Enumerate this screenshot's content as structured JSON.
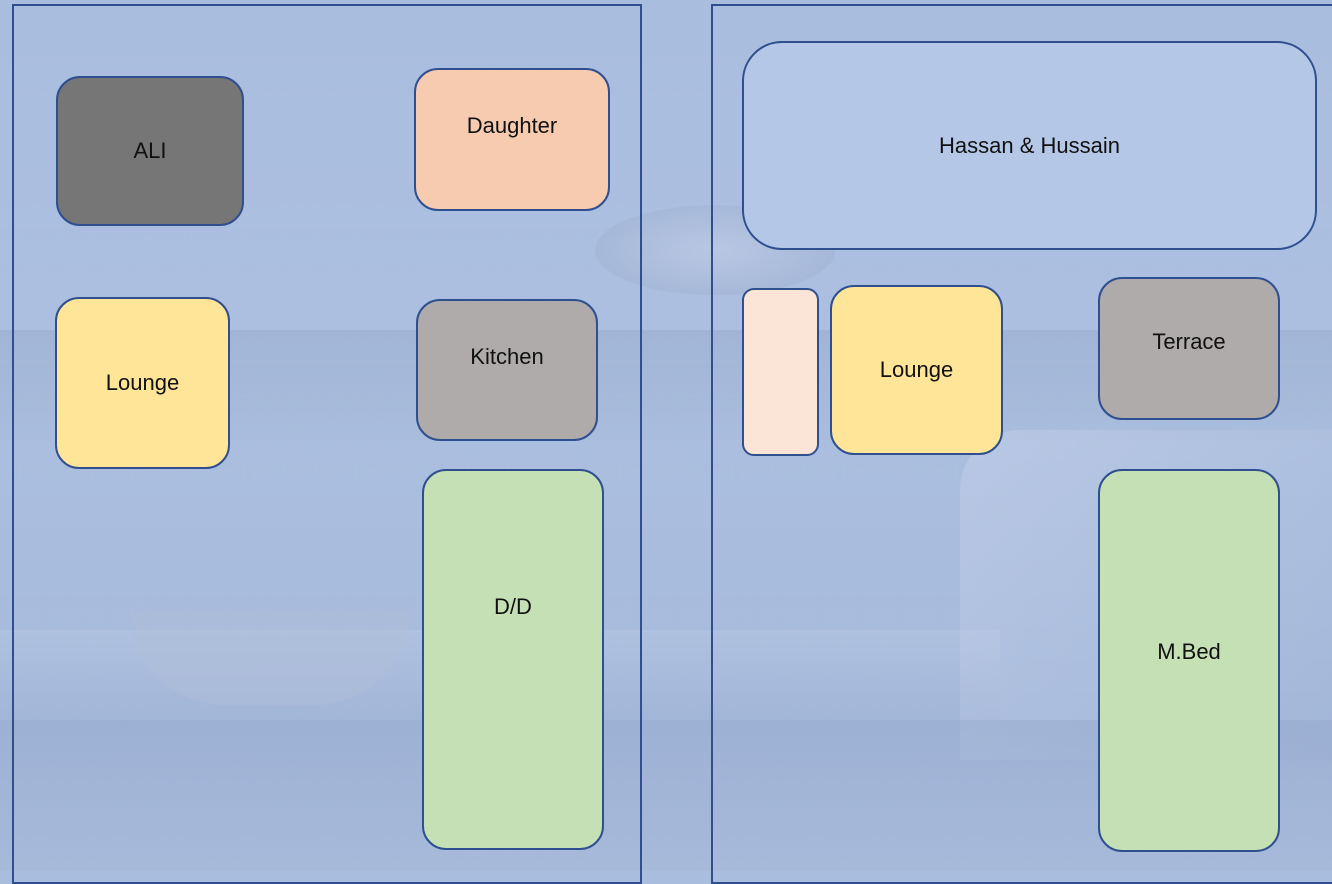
{
  "floors": {
    "left": {
      "rooms": {
        "ali": "ALI",
        "daughter": "Daughter",
        "lounge": "Lounge",
        "kitchen": "Kitchen",
        "dining": "D/D"
      }
    },
    "right": {
      "rooms": {
        "kids": "Hassan & Hussain",
        "small": "",
        "lounge": "Lounge",
        "terrace": "Terrace",
        "master_bed": "M.Bed"
      }
    }
  },
  "colors": {
    "outline": "#2f4f8f",
    "background": "#a9bddf",
    "dark_gray": "#767676",
    "peach": "#f7cbb0",
    "yellow": "#ffe598",
    "gray": "#afabab",
    "green": "#c5e0b4",
    "light_blue": "#b4c7e7",
    "cream": "#fbe5d6"
  }
}
